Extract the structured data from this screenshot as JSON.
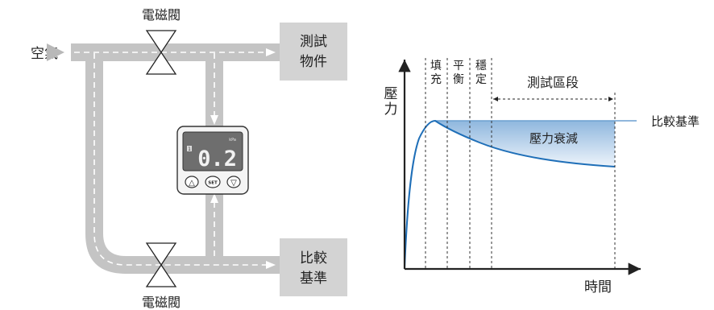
{
  "labels": {
    "air": "空氣",
    "valve_top": "電磁閥",
    "valve_bottom": "電磁閥",
    "test_object": [
      "測試",
      "物件"
    ],
    "reference": [
      "比較",
      "基準"
    ],
    "gauge_value": "0.2",
    "gauge_unit": "kPa",
    "gauge_ch": "1",
    "gauge_btn_up": "△",
    "gauge_btn_set": "SET",
    "gauge_btn_down": "▽"
  },
  "chart": {
    "ylabel": [
      "壓",
      "力"
    ],
    "xlabel": "時間",
    "phases": [
      {
        "chars": [
          "填",
          "充"
        ]
      },
      {
        "chars": [
          "平",
          "衡"
        ]
      },
      {
        "chars": [
          "穩",
          "定"
        ]
      }
    ],
    "test_section": "測試區段",
    "reference_line": "比較基準",
    "pressure_decay": "壓力衰減"
  },
  "colors": {
    "pipe": "#c4c4c4",
    "box": "#d3d3d3",
    "curve": "#1f6fb8",
    "decay_fill_top": "#8fb7de",
    "decay_fill_bottom": "#e8f0f9",
    "gauge_screen": "#6e6e6e"
  }
}
